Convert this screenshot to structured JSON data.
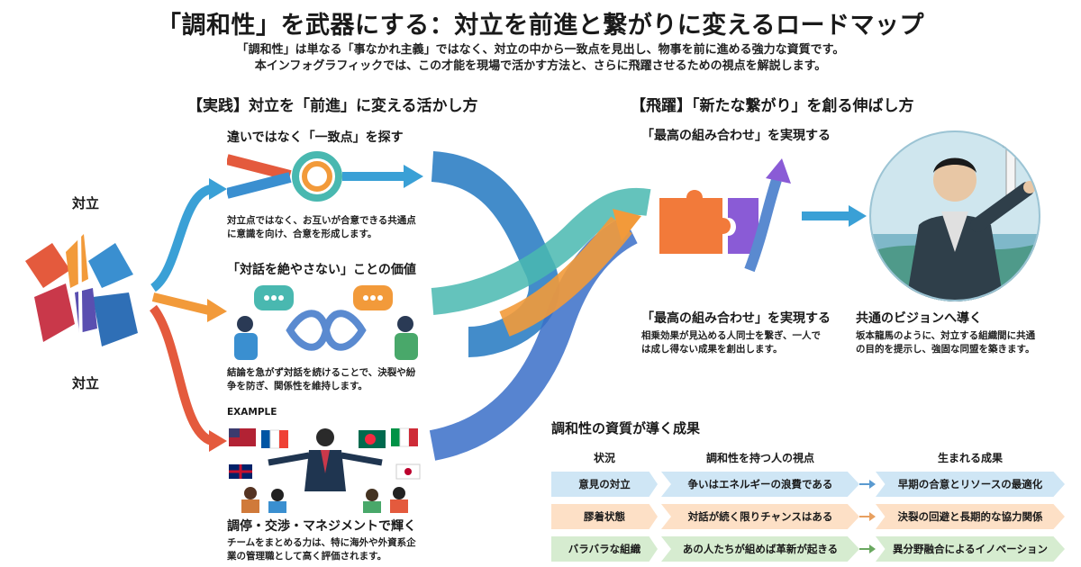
{
  "title": "「調和性」を武器にする：対立を前進と繋がりに変えるロードマップ",
  "subtitle_lines": [
    "「調和性」は単なる「事なかれ主義」ではなく、対立の中から一致点を見出し、物事を前に進める強力な資質です。",
    "本インフォグラフィックでは、この才能を現場で活かす方法と、さらに飛躍させるための視点を解説します。"
  ],
  "conflict": {
    "top_label": "対立",
    "bottom_label": "対立"
  },
  "practice": {
    "heading": "【実践】対立を「前進」に変える活かし方",
    "items": [
      {
        "title": "違いではなく「一致点」を探す",
        "body_lines": [
          "対立点ではなく、お互いが合意できる共通点",
          "に意識を向け、合意を形成します。"
        ]
      },
      {
        "title": "「対話を絶やさない」ことの価値",
        "body_lines": [
          "結論を急がず対話を続けることで、決裂や紛",
          "争を防ぎ、関係性を維持します。"
        ]
      },
      {
        "tag": "EXAMPLE",
        "title": "調停・交渉・マネジメントで輝く",
        "body_lines": [
          "チームをまとめる力は、特に海外や外資系企",
          "業の管理職として高く評価されます。"
        ]
      }
    ]
  },
  "leap": {
    "heading": "【飛躍】「新たな繋がり」を創る伸ばし方",
    "puzzle_caption": "「最高の組み合わせ」を実現する",
    "items": [
      {
        "title": "「最高の組み合わせ」を実現する",
        "body_lines": [
          "相乗効果が見込める人同士を繋ぎ、一人で",
          "は成し得ない成果を創出します。"
        ]
      },
      {
        "title": "共通のビジョンへ導く",
        "body_lines": [
          "坂本龍馬のように、対立する組織間に共通",
          "の目的を提示し、強固な同盟を築きます。"
        ]
      }
    ]
  },
  "results": {
    "heading": "調和性の資質が導く成果",
    "columns": [
      "状況",
      "調和性を持つ人の視点",
      "生まれる成果"
    ],
    "rows": [
      {
        "situation": "意見の対立",
        "view": "争いはエネルギーの浪費である",
        "result": "早期の合意とリソースの最適化"
      },
      {
        "situation": "膠着状態",
        "view": "対話が続く限りチャンスはある",
        "result": "決裂の回避と長期的な協力関係"
      },
      {
        "situation": "バラバラな組織",
        "view": "あの人たちが組めば革新が起きる",
        "result": "異分野融合によるイノベーション"
      }
    ]
  },
  "colors": {
    "blue": "#3a8fd0",
    "teal": "#49b8b0",
    "orange": "#f29a3a",
    "red": "#e45a3d",
    "purple": "#8a5bd6",
    "row1": "#cfe6f5",
    "row2": "#fde0c6",
    "row3": "#d6ecd0"
  },
  "icons": [
    "conflict-burst-icon",
    "knot-arrow-icon",
    "dialogue-infinity-icon",
    "negotiator-flags-icon",
    "puzzle-arrow-icon",
    "visionary-lighthouse-icon"
  ]
}
